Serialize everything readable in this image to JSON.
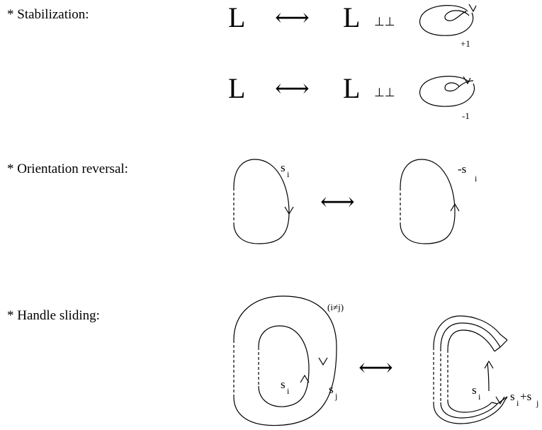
{
  "moves": [
    {
      "label": "* Stabilization:"
    },
    {
      "label": "* Orientation reversal:"
    },
    {
      "label": "* Handle sliding:"
    }
  ],
  "stabilization": {
    "link": "L",
    "arrow": "⟷",
    "disjoint_union": "⊥⊥",
    "framing_plus": "+1",
    "framing_minus": "-1"
  },
  "orientation_reversal": {
    "arrow": "⟷",
    "left_sign": "s",
    "left_sub": "i",
    "right_sign": "-s",
    "right_sub": "i"
  },
  "handle_sliding": {
    "arrow": "⟷",
    "condition": "(i≠j)",
    "inner_sign": "s",
    "inner_sub": "i",
    "outer_sign": "s",
    "outer_sub": "j",
    "result_inner_sign": "s",
    "result_inner_sub": "i",
    "result_sum_a": "s",
    "result_sum_a_sub": "i",
    "result_sum_plus": "+s",
    "result_sum_b_sub": "j"
  }
}
